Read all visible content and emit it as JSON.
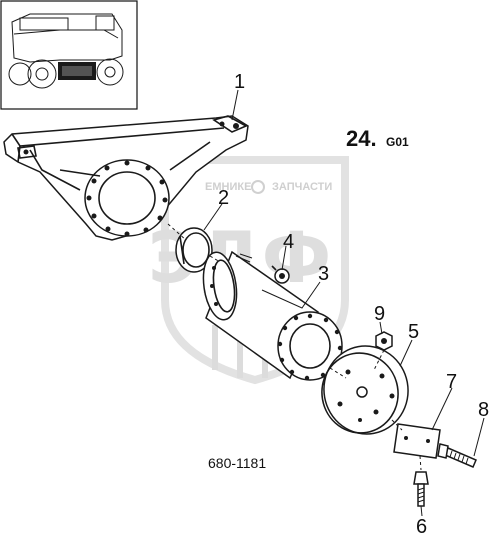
{
  "drawing": {
    "section_number": "24.",
    "section_suffix": "G01",
    "document_number": "680-1181"
  },
  "watermark": {
    "big_text": "ЭДФ",
    "left_text": "ЕМНИКЕ",
    "right_text": "ЗАПЧАСТИ"
  },
  "callouts": [
    "1",
    "2",
    "3",
    "4",
    "5",
    "6",
    "7",
    "8",
    "9"
  ]
}
